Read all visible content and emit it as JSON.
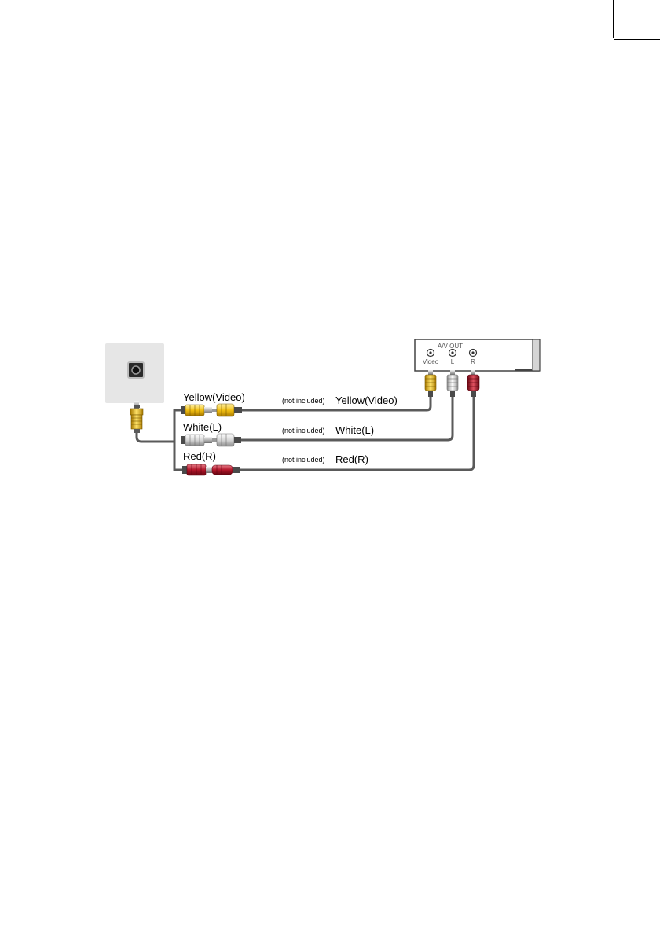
{
  "diagram": {
    "device_box": {
      "header": "A/V OUT",
      "ports": [
        "Video",
        "L",
        "R"
      ]
    },
    "left_labels": [
      "Yellow(Video)",
      "White(L)",
      "Red(R)"
    ],
    "middle_labels": [
      "(not included)",
      "(not included)",
      "(not included)"
    ],
    "right_labels": [
      "Yellow(Video)",
      "White(L)",
      "Red(R)"
    ]
  },
  "colors": {
    "yellow": "#f3c012",
    "white": "#e4e4e4",
    "red": "#b3162a",
    "cable": "#5a5a5a",
    "wall_plate": "#e6e6e6"
  }
}
